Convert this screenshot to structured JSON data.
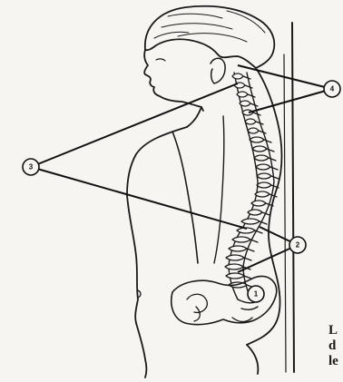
{
  "figure": {
    "callouts": {
      "c1": "1",
      "c2": "2",
      "c3": "3",
      "c4": "4"
    },
    "caption_fragments": [
      "L",
      "d",
      "le"
    ]
  }
}
